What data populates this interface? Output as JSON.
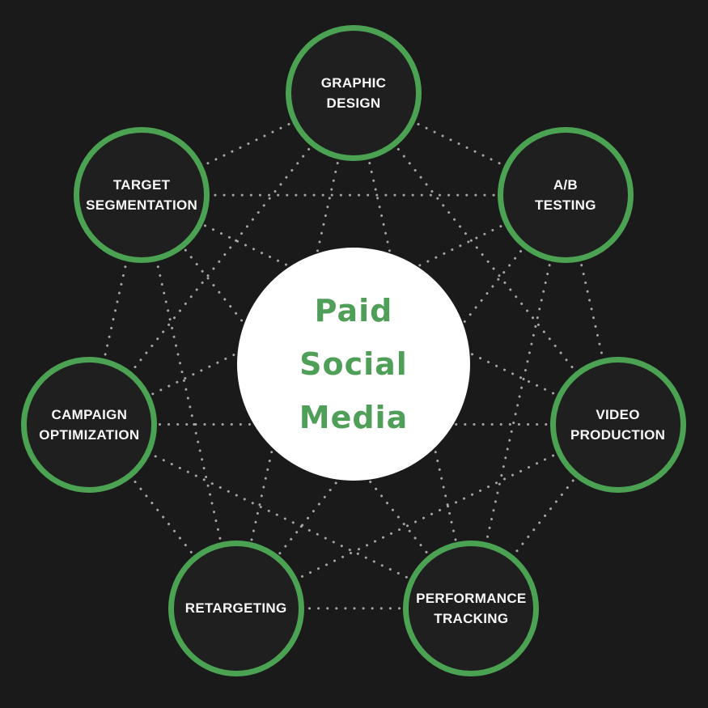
{
  "colors": {
    "background": "#1a1a1a",
    "node_fill": "#1e1f1e",
    "ring_green": "#4ba252",
    "center_fill": "#ffffff",
    "center_text_green": "#4f9f58",
    "label_white": "#f7f7f7",
    "dot_gray": "#b5b5b5"
  },
  "center": {
    "label": "Paid\nSocial\nMedia"
  },
  "nodes": [
    {
      "id": "graphic-design",
      "label": "GRAPHIC\nDESIGN"
    },
    {
      "id": "ab-testing",
      "label": "A/B\nTESTING"
    },
    {
      "id": "video-production",
      "label": "VIDEO\nPRODUCTION"
    },
    {
      "id": "performance-tracking",
      "label": "PERFORMANCE\nTRACKING"
    },
    {
      "id": "retargeting",
      "label": "RETARGETING"
    },
    {
      "id": "campaign-optimization",
      "label": "CAMPAIGN\nOPTIMIZATION"
    },
    {
      "id": "target-segmentation",
      "label": "TARGET\nSEGMENTATION"
    }
  ]
}
